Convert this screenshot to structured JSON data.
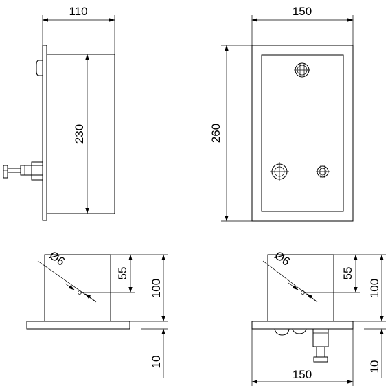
{
  "dimensions": {
    "side_width": "110",
    "front_width": "150",
    "side_height": "230",
    "front_height": "260",
    "bl_hole_dia": "Ø6",
    "bl_hole_offset": "55",
    "bl_depth": "100",
    "bl_flange": "10",
    "br_hole_dia": "Ø6",
    "br_hole_offset": "55",
    "br_depth": "100",
    "br_flange": "10",
    "br_bottom_width": "150"
  }
}
